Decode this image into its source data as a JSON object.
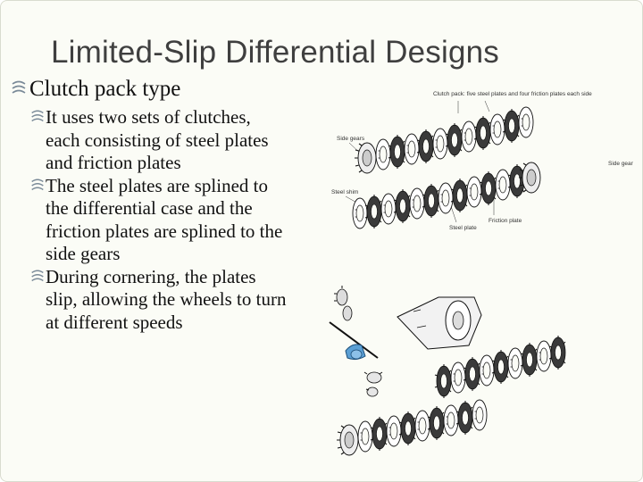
{
  "slide": {
    "title": "Limited-Slip Differential Designs",
    "bullets": [
      {
        "level": 1,
        "text": "Clutch pack type"
      },
      {
        "level": 2,
        "text": "It uses two sets of clutches, each consisting of steel plates and friction plates"
      },
      {
        "level": 2,
        "text": "The steel plates are splined to the differential case and the friction plates are splined to the side gears"
      },
      {
        "level": 2,
        "text": "During cornering, the plates slip, allowing the wheels to turn at different speeds"
      }
    ]
  },
  "figure": {
    "labels": {
      "top": "Clutch pack: five steel plates and four friction plates each side",
      "side_gear_left": "Side gears",
      "side_gear_right": "Side gear",
      "steel_shim": "Steel shim",
      "steel_plate": "Steel plate",
      "friction_plate": "Friction plate"
    },
    "colors": {
      "plate_dark": "#3a3a3a",
      "plate_light": "#ffffff",
      "highlight": "#5b9fd4",
      "bullet": "#7a8a98"
    }
  }
}
